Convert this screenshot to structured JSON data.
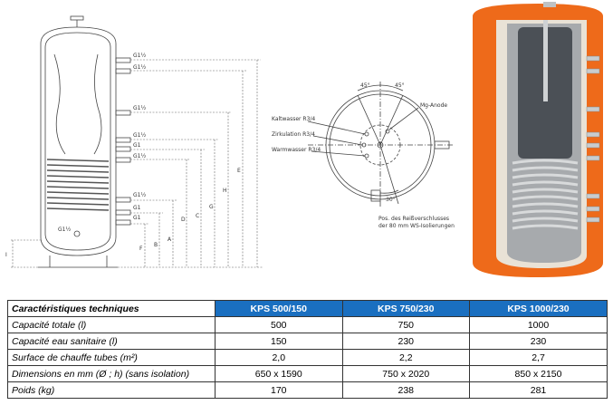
{
  "dimension_drawing": {
    "connection_labels": [
      "G1½",
      "G1½",
      "G1½",
      "G1½",
      "G1",
      "G1½",
      "G1½",
      "G1",
      "G1",
      "G1½"
    ],
    "dimension_letters": [
      "I",
      "F",
      "B",
      "A",
      "D",
      "C",
      "G",
      "H",
      "E"
    ]
  },
  "top_view": {
    "labels": [
      "Kaltwasser R3/4",
      "Zirkulation R3/4",
      "Warmwasser R3/4",
      "Mg-Anode"
    ],
    "angles": [
      "45°",
      "45°",
      "30°"
    ],
    "note_line1": "Pos. des Reißverschlusses",
    "note_line2": "der 80 mm WS-Isolierungen"
  },
  "table": {
    "header_first": "Caractéristiques techniques",
    "models": [
      "KPS 500/150",
      "KPS 750/230",
      "KPS 1000/230"
    ],
    "rows": [
      {
        "label": "Capacité totale (l)",
        "values": [
          "500",
          "750",
          "1000"
        ]
      },
      {
        "label": "Capacité eau sanitaire (l)",
        "values": [
          "150",
          "230",
          "230"
        ]
      },
      {
        "label": "Surface de chauffe tubes (m²)",
        "values": [
          "2,0",
          "2,2",
          "2,7"
        ]
      },
      {
        "label": "Dimensions en mm (Ø ; h) (sans isolation)",
        "values": [
          "650 x 1590",
          "750 x 2020",
          "850 x 2150"
        ]
      },
      {
        "label": "Poids (kg)",
        "values": [
          "170",
          "238",
          "281"
        ]
      }
    ]
  },
  "colors": {
    "header_blue": "#1a6fc0",
    "insulation_orange": "#ee6a1a",
    "tank_grey": "#555a60"
  }
}
